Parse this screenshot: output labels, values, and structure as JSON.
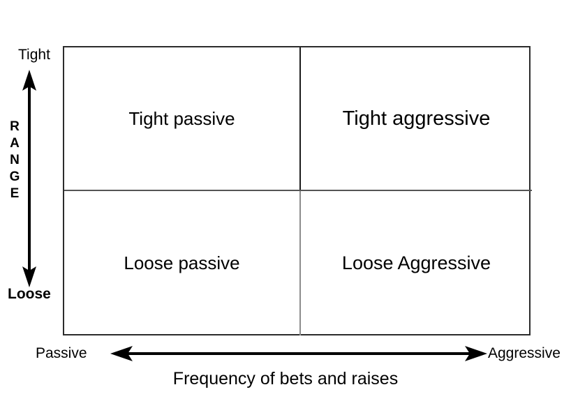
{
  "chart_data": {
    "type": "table",
    "title": "",
    "xlabel": "Frequency of bets and raises",
    "ylabel": "RANGE",
    "x_axis": {
      "title": "Frequency of bets and raises",
      "left_label": "Passive",
      "right_label": "Aggressive",
      "arrow": "double-headed-horizontal"
    },
    "y_axis": {
      "title": "RANGE",
      "title_letters": [
        "R",
        "A",
        "N",
        "G",
        "E"
      ],
      "top_label": "Tight",
      "bottom_label": "Loose",
      "arrow": "double-headed-vertical"
    },
    "categories_x": [
      "Passive",
      "Aggressive"
    ],
    "categories_y": [
      "Tight",
      "Loose"
    ],
    "quadrants": [
      {
        "key": "top-left",
        "row": "Tight",
        "col": "Passive",
        "label": "Tight passive"
      },
      {
        "key": "top-right",
        "row": "Tight",
        "col": "Aggressive",
        "label": "Tight aggressive"
      },
      {
        "key": "bottom-left",
        "row": "Loose",
        "col": "Passive",
        "label": "Loose passive"
      },
      {
        "key": "bottom-right",
        "row": "Loose",
        "col": "Aggressive",
        "label": "Loose Aggressive"
      }
    ],
    "colors": {
      "background": "#ffffff",
      "text": "#000000",
      "border": "#2b2b2b",
      "divider": "#555555",
      "arrow": "#000000"
    },
    "grid": true,
    "legend": "none"
  },
  "matrix": {
    "quad_top_left": "Tight passive",
    "quad_top_right": "Tight aggressive",
    "quad_bottom_left": "Loose passive",
    "quad_bottom_right": "Loose Aggressive"
  },
  "axes": {
    "y_top": "Tight",
    "y_bottom": "Loose",
    "y_title_letters": [
      "R",
      "A",
      "N",
      "G",
      "E"
    ],
    "x_left": "Passive",
    "x_right": "Aggressive",
    "x_title": "Frequency of bets and raises"
  }
}
